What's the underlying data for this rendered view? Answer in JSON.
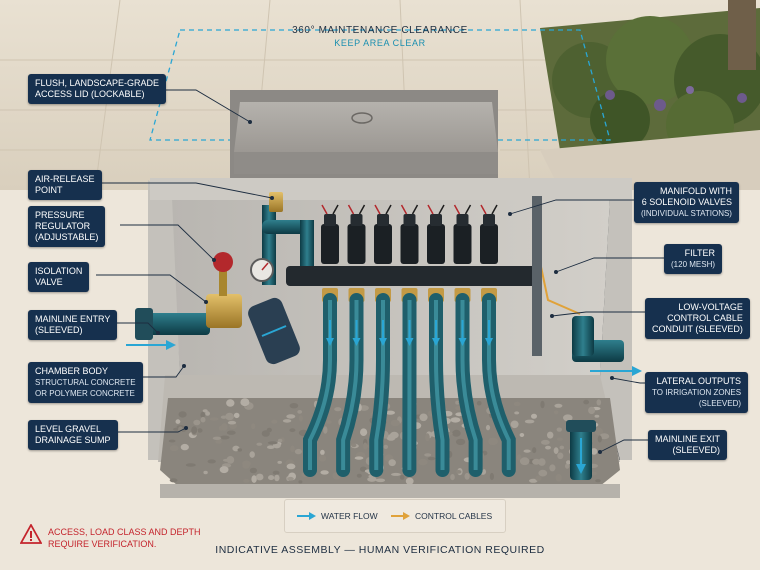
{
  "clearance": {
    "title": "360° MAINTENANCE CLEARANCE",
    "subtitle": "KEEP AREA CLEAR"
  },
  "labels": {
    "lid": [
      "FLUSH, LANDSCAPE-GRADE",
      "ACCESS LID (LOCKABLE)"
    ],
    "air_release": [
      "AIR-RELEASE",
      "POINT"
    ],
    "pressure_regulator": [
      "PRESSURE",
      "REGULATOR",
      "(ADJUSTABLE)"
    ],
    "isolation_valve": [
      "ISOLATION",
      "VALVE"
    ],
    "mainline_entry": [
      "MAINLINE ENTRY",
      "(SLEEVED)"
    ],
    "chamber_body": {
      "title": "CHAMBER BODY",
      "line2": "STRUCTURAL CONCRETE",
      "line3": "OR POLYMER CONCRETE"
    },
    "gravel_sump": [
      "LEVEL GRAVEL",
      "DRAINAGE SUMP"
    ],
    "manifold": [
      "MANIFOLD WITH",
      "6 SOLENOID VALVES",
      "(INDIVIDUAL STATIONS)"
    ],
    "filter": {
      "title": "FILTER",
      "sub": "(120 MESH)"
    },
    "control_conduit": [
      "LOW-VOLTAGE",
      "CONTROL CABLE",
      "CONDUIT (SLEEVED)"
    ],
    "lateral_outputs": [
      "LATERAL OUTPUTS",
      "TO IRRIGATION ZONES",
      "(SLEEVED)"
    ],
    "mainline_exit": [
      "MAINLINE EXIT",
      "(SLEEVED)"
    ]
  },
  "legend": {
    "water_flow": "WATER FLOW",
    "control_cables": "CONTROL CABLES"
  },
  "warning": [
    "ACCESS, LOAD CLASS AND DEPTH",
    "REQUIRE VERIFICATION."
  ],
  "footer": "INDICATIVE ASSEMBLY — HUMAN VERIFICATION REQUIRED",
  "colors": {
    "label_bg": "#16304e",
    "water_flow": "#2aa6d4",
    "control_cable": "#e0a23a",
    "warning": "#c4242c",
    "accent": "#1b8fb0"
  },
  "icons": {
    "warning": "warning-triangle-icon",
    "water_flow": "arrow-right-icon",
    "control_cable": "arrow-right-icon"
  }
}
